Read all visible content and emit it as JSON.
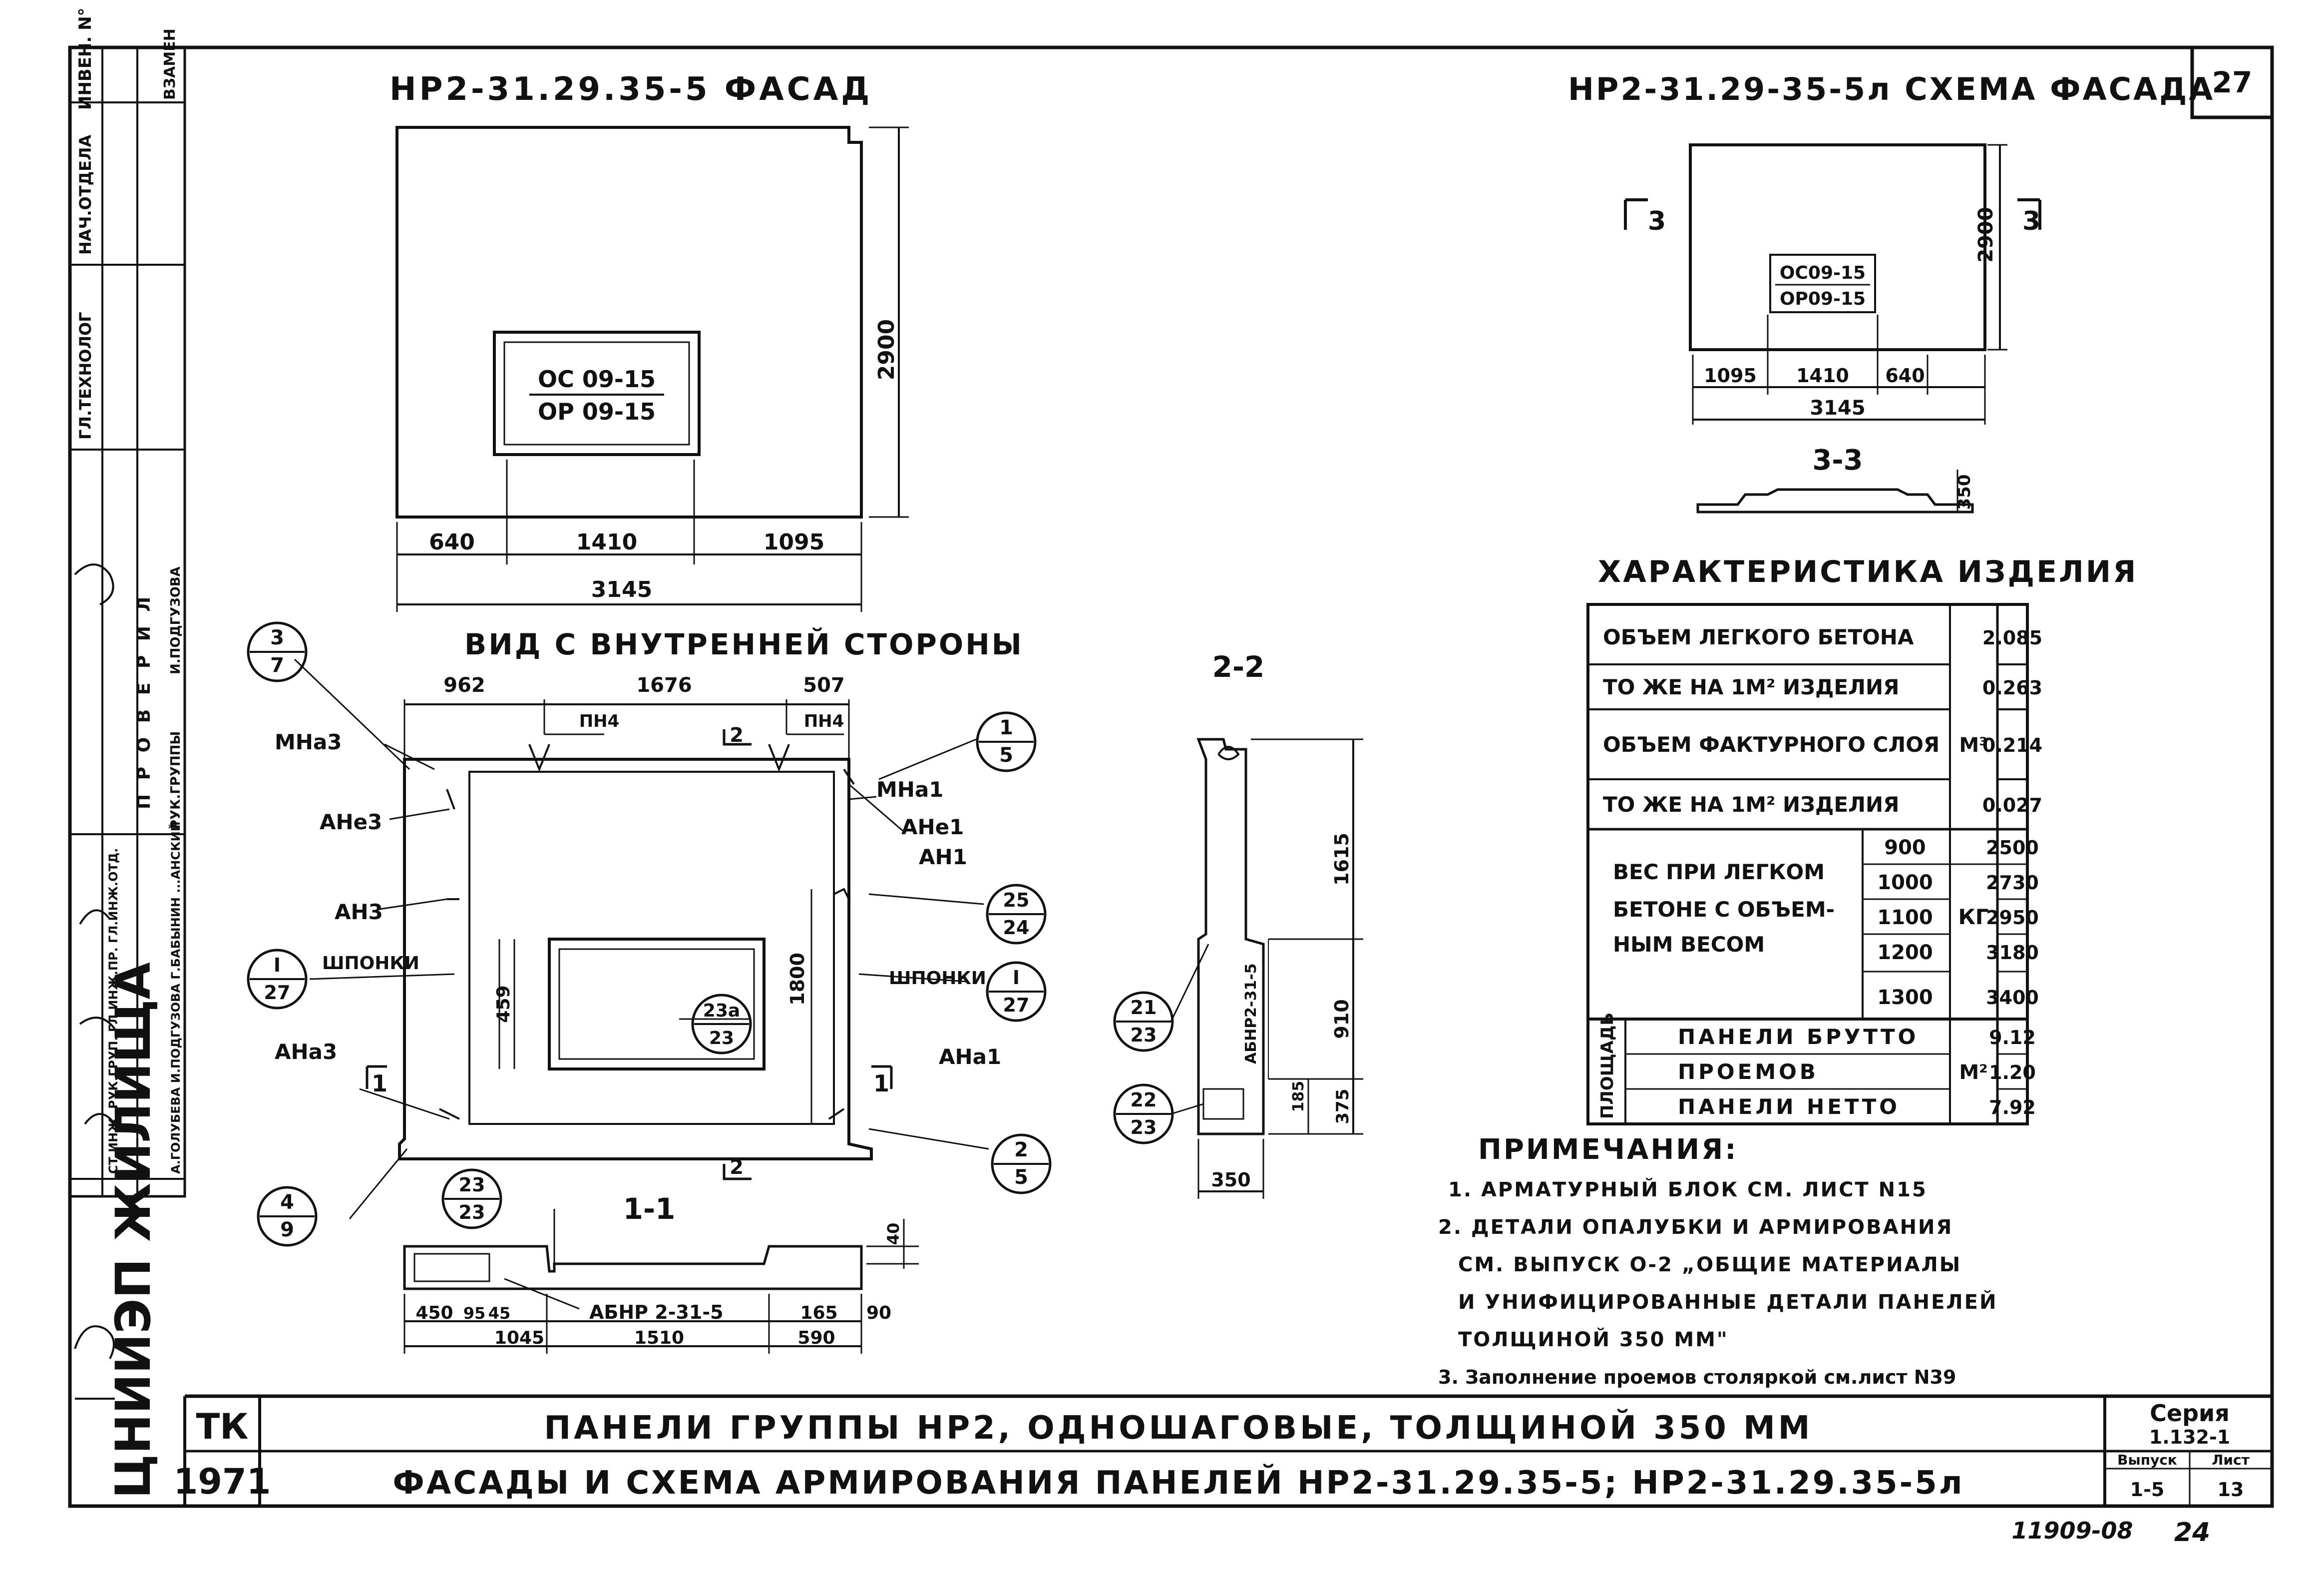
{
  "sheet_number": "27",
  "facade": {
    "title": "НР2-31.29.35-5 ФАСАД",
    "window_top": "ОС 09-15",
    "window_bottom": "ОР 09-15",
    "dim_height": "2900",
    "dim_a": "640",
    "dim_b": "1410",
    "dim_c": "1095",
    "dim_total": "3145"
  },
  "scheme": {
    "title": "НР2-31.29-35-5л СХЕМА ФАСАДА",
    "section_left": "3",
    "section_right": "3",
    "window_top": "ОС09-15",
    "window_bottom": "ОР09-15",
    "dim_height": "2900",
    "dim_a": "1095",
    "dim_b": "1410",
    "dim_c": "640",
    "dim_total": "3145",
    "section_label": "3-3",
    "section_thickness": "350"
  },
  "characteristics": {
    "title": "ХАРАКТЕРИСТИКА ИЗДЕЛИЯ",
    "rows": [
      {
        "label": "ОБЪЕМ ЛЕГКОГО БЕТОНА",
        "value": "2.085"
      },
      {
        "label": "ТО ЖЕ НА 1М² ИЗДЕЛИЯ",
        "value": "0.263"
      },
      {
        "label": "ОБЪЕМ ФАКТУРНОГО СЛОЯ",
        "value": "0.214"
      },
      {
        "label": "ТО ЖЕ НА 1М² ИЗДЕЛИЯ",
        "value": "0.027"
      }
    ],
    "volume_unit": "М³",
    "weight_label_1": "ВЕС ПРИ ЛЕГКОМ",
    "weight_label_2": "БЕТОНЕ С ОБЪЕМ-",
    "weight_label_3": "НЫМ ВЕСОМ",
    "weight_unit": "КГ",
    "weights": [
      {
        "density": "900",
        "value": "2500"
      },
      {
        "density": "1000",
        "value": "2730"
      },
      {
        "density": "1100",
        "value": "2950"
      },
      {
        "density": "1200",
        "value": "3180"
      },
      {
        "density": "1300",
        "value": "3400"
      }
    ],
    "area_group": "ПЛОЩАДЬ",
    "area_unit": "М²",
    "areas": [
      {
        "label": "ПАНЕЛИ БРУТТО",
        "value": "9.12"
      },
      {
        "label": "ПРОЕМОВ",
        "value": "1.20"
      },
      {
        "label": "ПАНЕЛИ НЕТТО",
        "value": "7.92"
      }
    ]
  },
  "inner_view": {
    "title": "ВИД С ВНУТРЕННЕЙ СТОРОНЫ",
    "dim_top_a": "962",
    "dim_top_b": "1676",
    "dim_top_c": "507",
    "pn_left": "ПН4",
    "pn_right": "ПН4",
    "cut2_top": "2",
    "cut2_bottom": "2",
    "cut1_left": "1",
    "cut1_right": "1",
    "mna3": "МНа3",
    "mna1": "МНа1",
    "ane3": "АНе3",
    "ane1": "АНе1",
    "an3": "АН3",
    "an1": "АН1",
    "ana3": "АНа3",
    "ana1": "АНа1",
    "shponki_left": "ШПОНКИ",
    "shponki_right": "ШПОНКИ",
    "dim_459": "459",
    "dim_1800": "1800",
    "circle_3_7": {
      "top": "3",
      "bottom": "7"
    },
    "circle_1_5": {
      "top": "1",
      "bottom": "5"
    },
    "circle_25_24": {
      "top": "25",
      "bottom": "24"
    },
    "circle_i_27_left": {
      "top": "I",
      "bottom": "27"
    },
    "circle_i_27_right": {
      "top": "I",
      "bottom": "27"
    },
    "circle_23a_23": {
      "top": "23а",
      "bottom": "23"
    },
    "circle_2_5": {
      "top": "2",
      "bottom": "5"
    },
    "circle_4_9": {
      "top": "4",
      "bottom": "9"
    }
  },
  "section_22": {
    "label": "2-2",
    "dim_1615": "1615",
    "dim_910": "910",
    "dim_185": "185",
    "dim_375": "375",
    "dim_350": "350",
    "abnr": "АБНР2-31-5",
    "circle_21_23": {
      "top": "21",
      "bottom": "23"
    },
    "circle_22_23": {
      "top": "22",
      "bottom": "23"
    }
  },
  "section_11": {
    "label": "1-1",
    "circle_23_23": {
      "top": "23",
      "bottom": "23"
    },
    "abnr": "АБНР 2-31-5",
    "dim_40": "40",
    "dim_450": "450",
    "dim_95": "95",
    "dim_45": "45",
    "dim_1045": "1045",
    "dim_1510": "1510",
    "dim_165": "165",
    "dim_90": "90",
    "dim_590": "590"
  },
  "notes": {
    "title": "ПРИМЕЧАНИЯ:",
    "n1": "1. АРМАТУРНЫЙ БЛОК СМ. ЛИСТ N15",
    "n2a": "2. ДЕТАЛИ ОПАЛУБКИ И АРМИРОВАНИЯ",
    "n2b": "СМ. ВЫПУСК О-2 „ОБЩИЕ МАТЕРИАЛЫ",
    "n2c": "И УНИФИЦИРОВАННЫЕ ДЕТАЛИ ПАНЕЛЕЙ",
    "n2d": "ТОЛЩИНОЙ 350 ММ\"",
    "n3": "3. Заполнение проемов столяркой см.лист N39"
  },
  "title_block": {
    "tk": "ТК",
    "year": "1971",
    "line1": "ПАНЕЛИ ГРУППЫ НР2, ОДНОШАГОВЫЕ, ТОЛЩИНОЙ 350 ММ",
    "line2": "ФАСАДЫ И СХЕМА АРМИРОВАНИЯ ПАНЕЛЕЙ НР2-31.29.35-5; НР2-31.29.35-5л",
    "series_label": "Серия",
    "series_value": "1.132-1",
    "issue_label": "Выпуск",
    "issue_value": "1-5",
    "sheet_label": "Лист",
    "sheet_value": "13",
    "archive": "11909-08",
    "page": "24"
  },
  "side_stamp": {
    "org": "ЦНИИЭП ЖИЛИЩА",
    "inv": "ИНВЕН. N°",
    "vzamen": "ВЗАМЕН",
    "nach_otd": "НАЧ.ОТДЕЛА",
    "gl_tehnolog": "ГЛ.ТЕХНОЛОГ",
    "proveril": "П Р О В Е Р И Л",
    "roles": "СТ.ИНЖ.  РУК.ГРУП.  ГЛ.ИНЖ.ПР.  ГЛ.ИНЖ.ОТД.",
    "names": "А.ГОЛУБЕВА  И.ПОДГУЗОВА  Г.БАБЫНИН  ...АНСКИЙ",
    "rukgr": "РУК.ГРУППЫ",
    "podguzova": "И.ПОДГУЗОВА"
  }
}
